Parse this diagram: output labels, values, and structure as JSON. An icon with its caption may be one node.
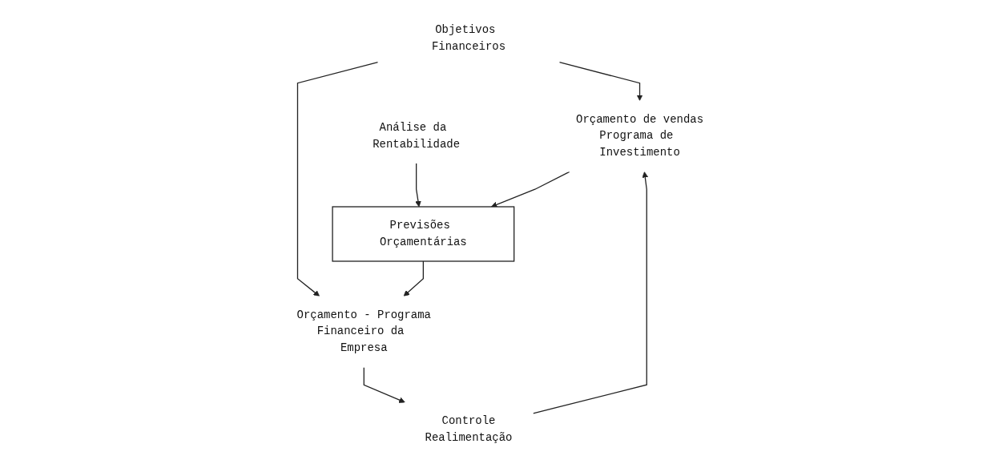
{
  "diagram": {
    "nodes": [
      {
        "text": [
          "Objetivos Financeiros"
        ]
      },
      {
        "text": [
          "Análise da Rentabilidade"
        ]
      },
      {
        "text": [
          "Orçamento de vendas",
          "Programa de Investimento"
        ]
      },
      {
        "text": [
          "Previsões Orçamentárias"
        ]
      },
      {
        "text": [
          "Orçamento - Programa",
          "Financeiro da Empresa"
        ]
      },
      {
        "text": [
          "Controle",
          "Realimentação"
        ]
      }
    ],
    "edges": [
      {
        "from": 0,
        "to": 2,
        "arrow": "to"
      },
      {
        "from": 0,
        "to": 4,
        "arrow": "to"
      },
      {
        "from": 1,
        "to": 3,
        "arrow": "to"
      },
      {
        "from": 2,
        "to": 3,
        "arrow": "to"
      },
      {
        "from": 3,
        "to": 4,
        "arrow": "to"
      },
      {
        "from": 4,
        "to": 5,
        "arrow": "to"
      },
      {
        "from": 5,
        "to": 2,
        "arrow": "to"
      }
    ]
  }
}
